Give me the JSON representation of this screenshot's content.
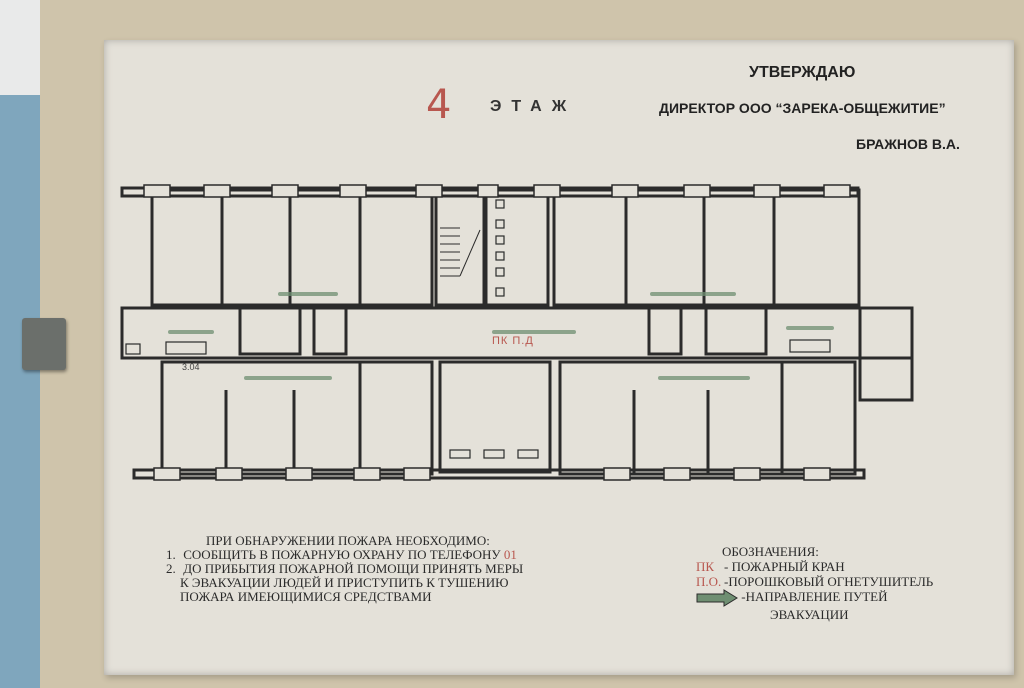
{
  "header": {
    "floor_number": "4",
    "floor_word": "ЭТАЖ",
    "approve": "УТВЕРЖДАЮ",
    "director": "ДИРЕКТОР ООО “ЗАРЕКА-ОБЩЕЖИТИЕ”",
    "name": "БРАЖНОВ В.А."
  },
  "plan": {
    "pk_pd_label": "ПК П.Д",
    "room_label": "3.04"
  },
  "instructions": {
    "title": "ПРИ ОБНАРУЖЕНИИ ПОЖАРА НЕОБХОДИМО:",
    "items": [
      {
        "num": "1.",
        "text": "СООБЩИТЬ В ПОЖАРНУЮ ОХРАНУ ПО ТЕЛЕФОНУ",
        "phone": "01"
      },
      {
        "num": "2.",
        "text": "ДО ПРИБЫТИЯ ПОЖАРНОЙ ПОМОЩИ ПРИНЯТЬ МЕРЫ"
      }
    ],
    "line3": "К ЭВАКУАЦИИ ЛЮДЕЙ И ПРИСТУПИТЬ К ТУШЕНИЮ",
    "line4": "ПОЖАРА ИМЕЮЩИМИСЯ СРЕДСТВАМИ"
  },
  "legend": {
    "title": "ОБОЗНАЧЕНИЯ:",
    "pk_code": "ПК",
    "pk_text": "- ПОЖАРНЫЙ КРАН",
    "po_code": "П.О.",
    "po_text": "-ПОРОШКОВЫЙ ОГНЕТУШИТЕЛЬ",
    "evac_text": "-НАПРАВЛЕНИЕ ПУТЕЙ",
    "evac_text2": "ЭВАКУАЦИИ"
  },
  "colors": {
    "red_ink": "#b8574f",
    "arrow_green": "#6f8f72",
    "wall_blue": "#7fa6bd"
  }
}
